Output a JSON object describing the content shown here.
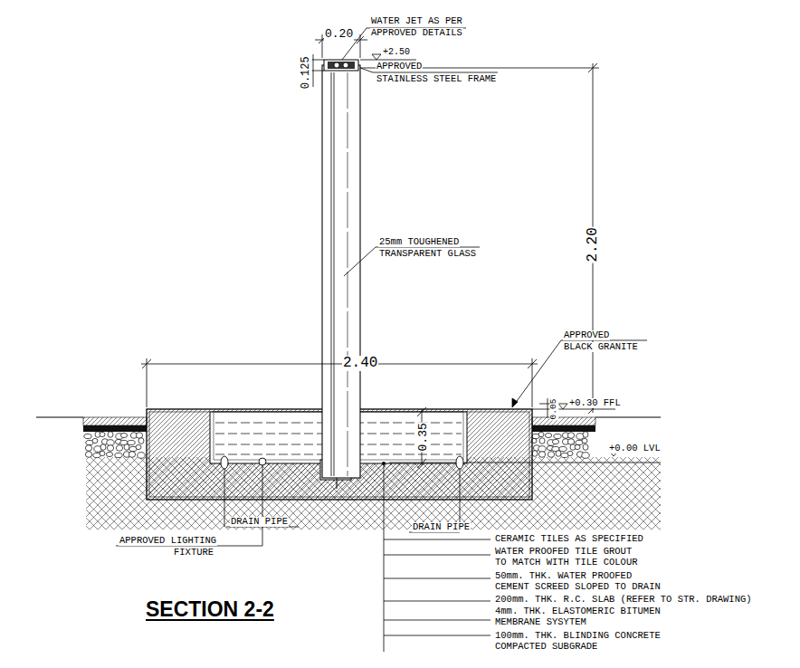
{
  "diagram": {
    "title": "SECTION 2-2",
    "labels": [
      "0.20",
      "WATER JET AS PER",
      "APPROVED DETAILS",
      "+2.50",
      "0.125",
      "APPROVED",
      "STAINLESS STEEL FRAME",
      "25mm TOUGHENED",
      "TRANSPARENT GLASS",
      "2.20",
      "APPROVED",
      "BLACK GRANITE",
      "2.40",
      "0.05",
      "+0.30 FFL",
      "0.35",
      "+0.00 LVL",
      "DRAIN PIPE",
      "DRAIN PIPE",
      "APPROVED LIGHTING",
      "FIXTURE",
      "CERAMIC TILES AS SPECIFIED",
      "WATER PROOFED TILE GROUT",
      "TO MATCH WITH TILE COLOUR",
      "50mm. THK. WATER PROOFED",
      "CEMENT SCREED SLOPED TO DRAIN",
      "200mm. THK. R.C. SLAB (REFER TO STR. DRAWING)",
      "4mm. THK. ELASTOMERIC BITUMEN",
      "MEMBRANE SYSYTEM",
      "100mm. THK. BLINDING CONCRETE",
      "COMPACTED SUBGRADE"
    ]
  }
}
